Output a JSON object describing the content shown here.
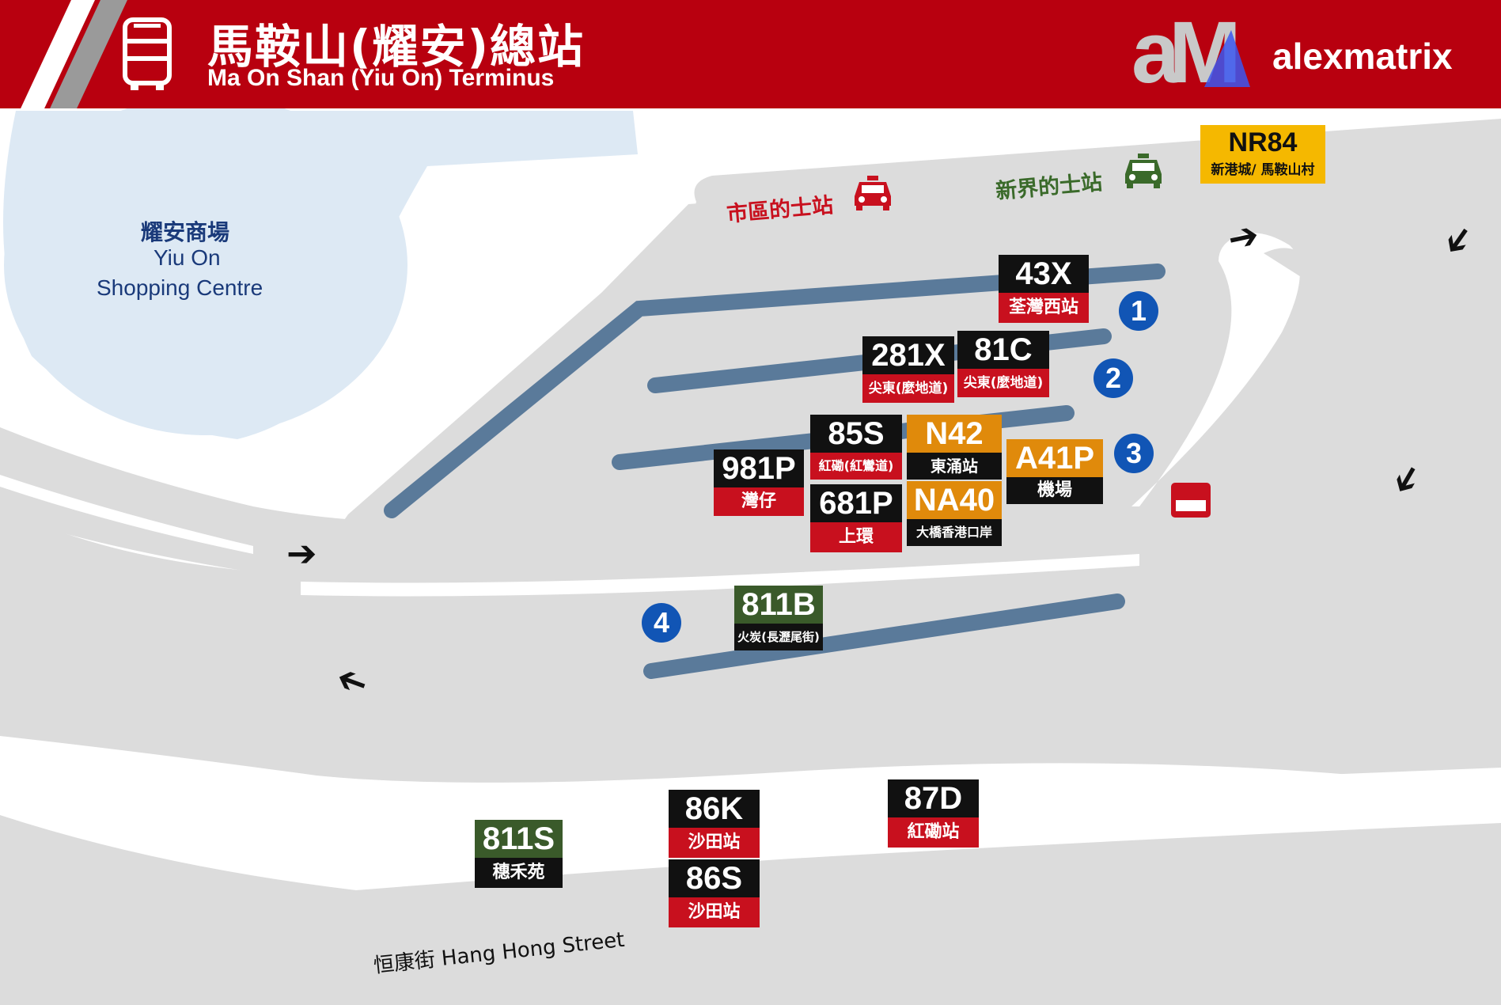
{
  "header": {
    "title_zh": "馬鞍山(耀安)總站",
    "title_en": "Ma On Shan (Yiu On) Terminus",
    "brand_logo_letters": "aM",
    "brand_name": "alexmatrix",
    "colors": {
      "bar": "#b8000f",
      "brand_gray": "#c9c9c9",
      "brand_blue": "#3b57f0"
    }
  },
  "landmarks": {
    "mall_zh": "耀安商場",
    "mall_en_1": "Yiu On",
    "mall_en_2": "Shopping Centre",
    "taxi_urban": "市區的士站",
    "taxi_nt": "新界的士站",
    "street": "恒康街 Hang Hong Street"
  },
  "bays": [
    "1",
    "2",
    "3",
    "4"
  ],
  "routes": {
    "nr84": {
      "num": "NR84",
      "dest": "新港城/ 馬鞍山村"
    },
    "r43x": {
      "num": "43X",
      "dest": "荃灣西站"
    },
    "r281x": {
      "num": "281X",
      "dest": "尖東(麼地道)"
    },
    "r81c": {
      "num": "81C",
      "dest": "尖東(麼地道)"
    },
    "r85s": {
      "num": "85S",
      "dest": "紅磡(紅鸞道)"
    },
    "n42": {
      "num": "N42",
      "dest": "東涌站"
    },
    "a41p": {
      "num": "A41P",
      "dest": "機場"
    },
    "r981p": {
      "num": "981P",
      "dest": "灣仔"
    },
    "r681p": {
      "num": "681P",
      "dest": "上環"
    },
    "na40": {
      "num": "NA40",
      "dest": "大橋香港口岸"
    },
    "r811b": {
      "num": "811B",
      "dest": "火炭(長瀝尾街)"
    },
    "r86k": {
      "num": "86K",
      "dest": "沙田站"
    },
    "r86s": {
      "num": "86S",
      "dest": "沙田站"
    },
    "r87d": {
      "num": "87D",
      "dest": "紅磡站"
    },
    "r811s": {
      "num": "811S",
      "dest": "穗禾苑"
    }
  },
  "colors": {
    "kmb_top": "#111111",
    "kmb_bottom": "#c8101e",
    "longwin_top": "#e08a0b",
    "airport_top": "#e08a0b",
    "gmb_top": "#3a5a2a",
    "nr_bg": "#f5b800",
    "bay_blue": "#1155b5",
    "road": "#dcdcdc",
    "platform": "#5a7a9a",
    "mall": "#dde9f4",
    "taxi_urban": "#c8101e",
    "taxi_nt": "#3a6a2a"
  },
  "icons": [
    "double-decker-bus-icon",
    "red-taxi-icon",
    "green-taxi-icon",
    "direction-arrow-icon",
    "minibus-stop-sign-icon"
  ]
}
